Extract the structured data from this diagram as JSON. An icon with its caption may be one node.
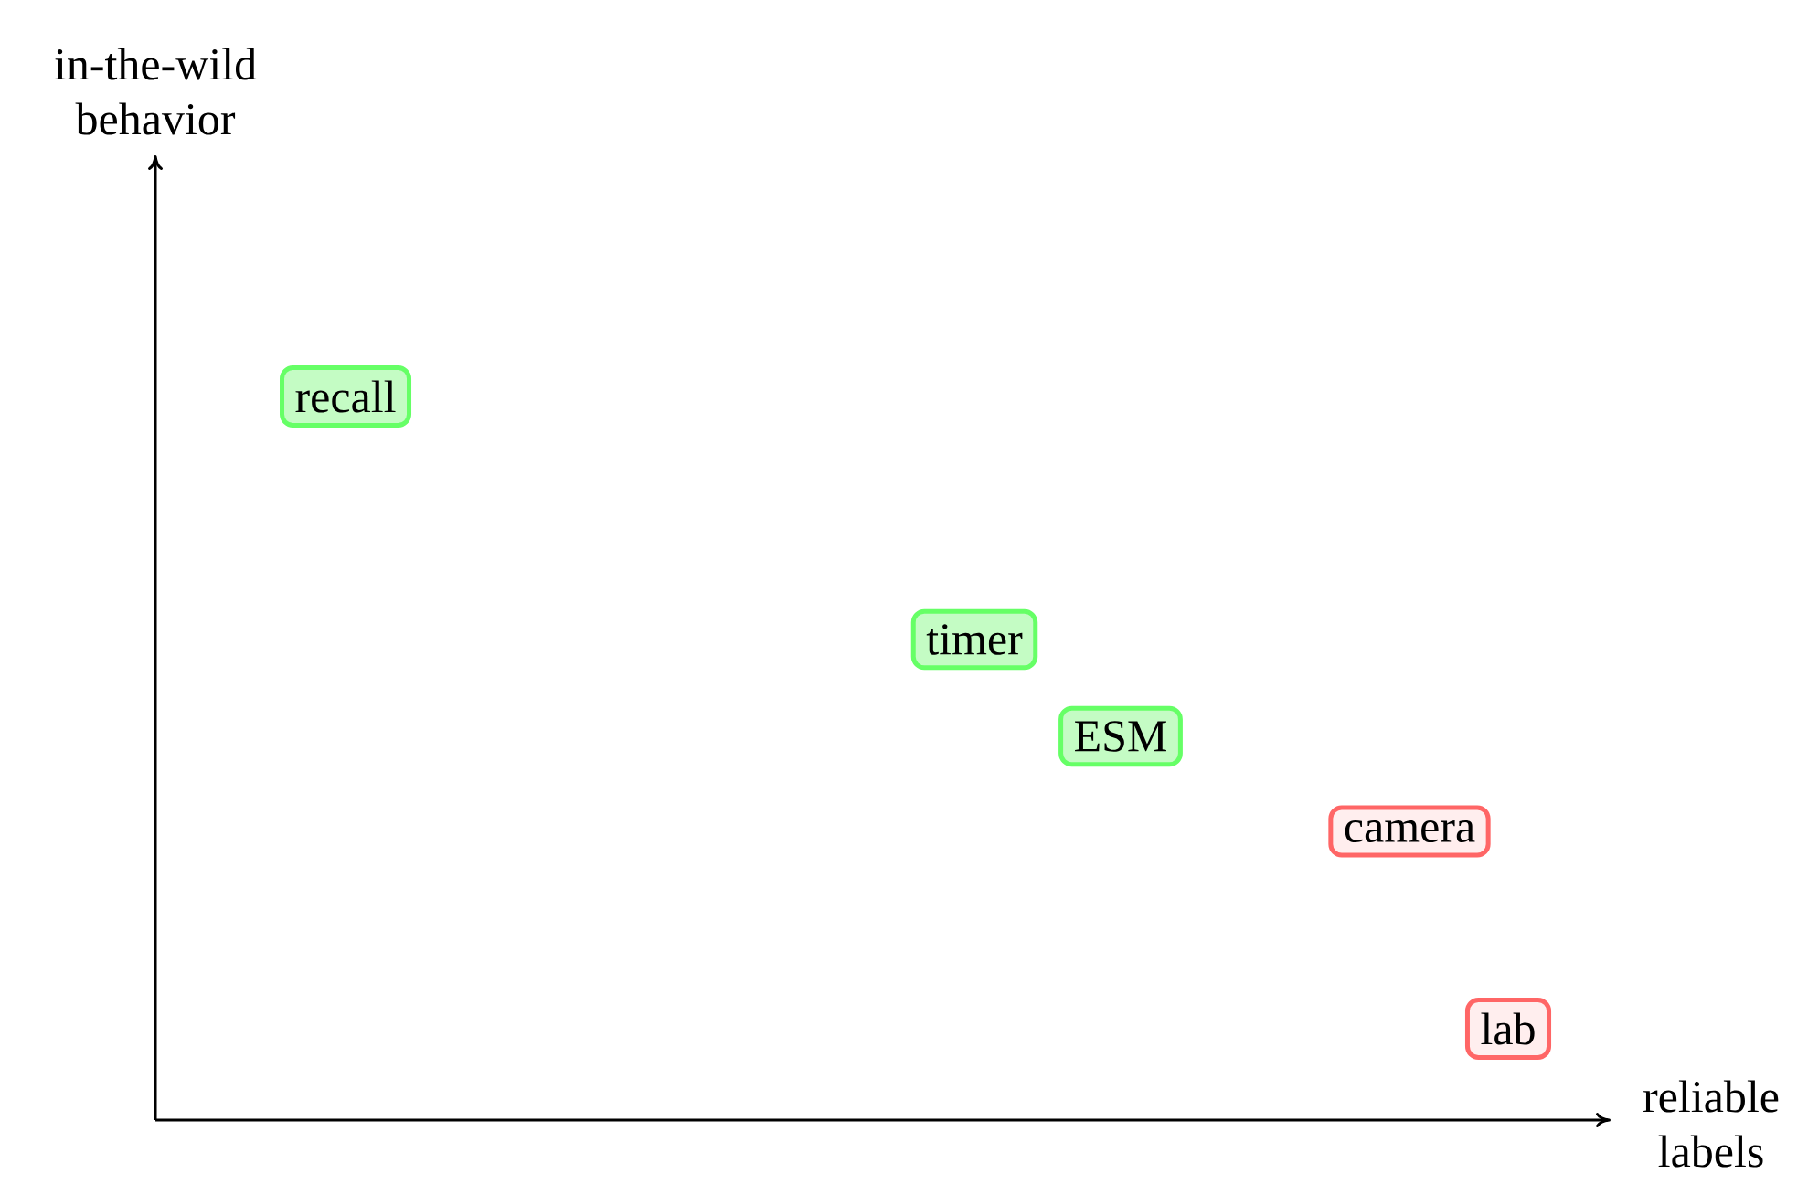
{
  "diagram": {
    "nodes": [
      {
        "text": [
          "recall"
        ]
      },
      {
        "text": [
          "timer"
        ]
      },
      {
        "text": [
          "ESM"
        ]
      },
      {
        "text": [
          "camera"
        ]
      },
      {
        "text": [
          "lab"
        ]
      }
    ],
    "labels": [
      "in-the-wild behavior",
      "reliable labels"
    ]
  }
}
